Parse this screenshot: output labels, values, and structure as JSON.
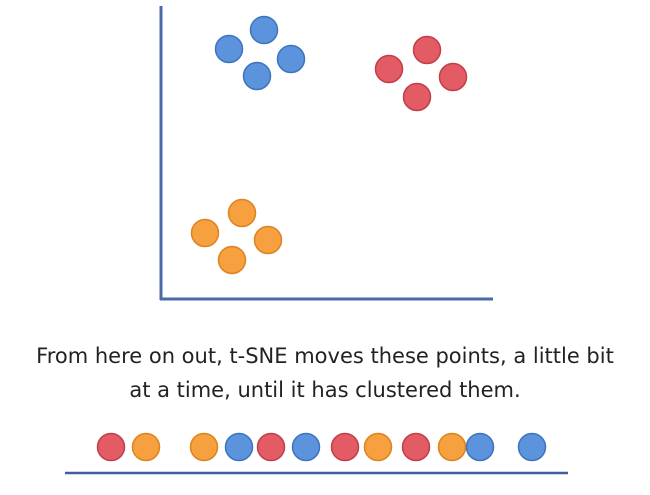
{
  "caption": {
    "line1": "From here on out, t-SNE moves these points, a little bit",
    "line2": "at a time, until it has clustered them."
  },
  "colors": {
    "axis": "#4a6aa8",
    "baseline": "#3f5f9c",
    "blue": "#5b93dc",
    "blue_stroke": "#3f74bd",
    "red": "#e35b64",
    "red_stroke": "#c23f48",
    "orange": "#f6a03f",
    "orange_stroke": "#dd8320"
  },
  "clusters": [
    {
      "name": "blue",
      "color": "blue",
      "count": 4
    },
    {
      "name": "red",
      "color": "red",
      "count": 4
    },
    {
      "name": "orange",
      "color": "orange",
      "count": 4
    }
  ],
  "number_line_sequence": [
    "red",
    "orange",
    "orange",
    "blue",
    "red",
    "blue",
    "red",
    "orange",
    "red",
    "orange",
    "blue",
    "blue"
  ]
}
